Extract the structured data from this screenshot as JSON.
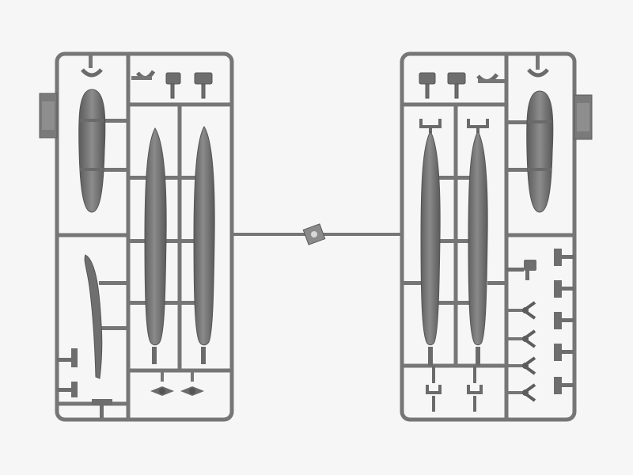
{
  "scene": {
    "background": "#f6f6f6",
    "plastic_color": "#7b7b7b",
    "plastic_shadow": "#5d5d5d",
    "plastic_highlight": "#a2a2a2"
  },
  "left_sprue": {
    "tab_icon": "sprue-tag-tab",
    "parts": [
      "drop-tank",
      "torpedo",
      "torpedo",
      "curved-strip",
      "propeller",
      "propeller"
    ]
  },
  "right_sprue": {
    "tab_icon": "sprue-tag-tab",
    "parts": [
      "drop-tank",
      "torpedo",
      "torpedo",
      "propeller",
      "propeller",
      "propeller",
      "propeller"
    ]
  },
  "connector": {
    "icon": "gate-hub-icon"
  }
}
